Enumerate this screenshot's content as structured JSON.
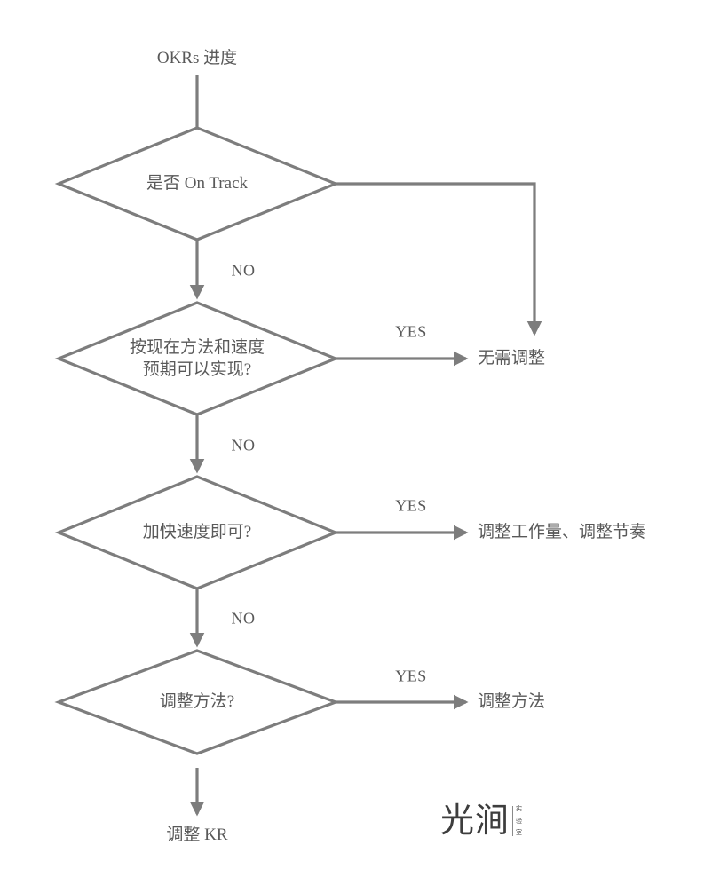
{
  "diagram": {
    "title": "OKRs 进度",
    "stroke_color": "#7d7d7d",
    "text_color": "#595959",
    "background": "#ffffff",
    "start": {
      "label": "OKRs 进度"
    },
    "decisions": [
      {
        "id": "d1",
        "line1": "是否 On Track",
        "line2": "",
        "yes_label": "",
        "no_label": "NO"
      },
      {
        "id": "d2",
        "line1": "按现在方法和速度",
        "line2": "预期可以实现?",
        "yes_label": "YES",
        "no_label": "NO"
      },
      {
        "id": "d3",
        "line1": "加快速度即可?",
        "line2": "",
        "yes_label": "YES",
        "no_label": "NO"
      },
      {
        "id": "d4",
        "line1": "调整方法?",
        "line2": "",
        "yes_label": "YES",
        "no_label": ""
      }
    ],
    "outcomes": [
      {
        "id": "o1",
        "label": "无需调整"
      },
      {
        "id": "o2",
        "label": "调整工作量、调整节奏"
      },
      {
        "id": "o3",
        "label": "调整方法"
      },
      {
        "id": "o4",
        "label": "调整 KR"
      }
    ],
    "logo": {
      "main": "光涧",
      "sub": [
        "实",
        "验",
        "室"
      ]
    }
  }
}
